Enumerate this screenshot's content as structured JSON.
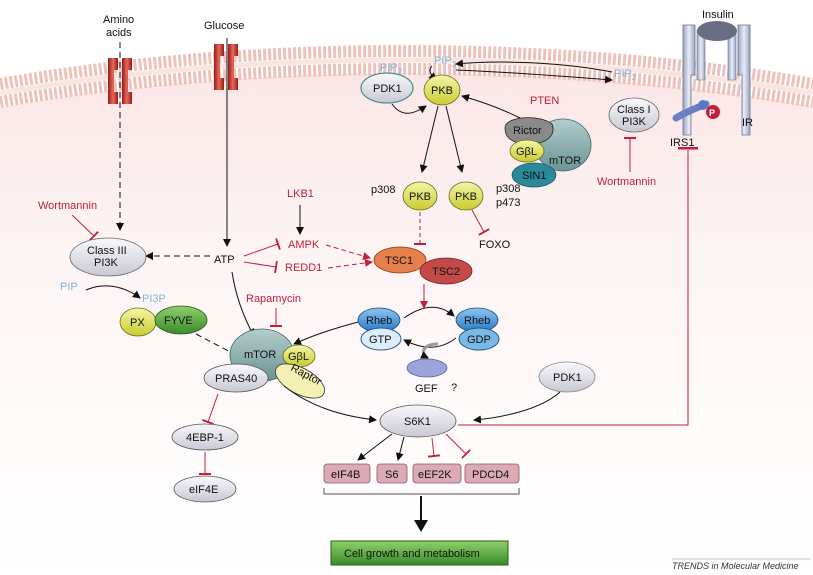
{
  "labels": {
    "amino_acids_1": "Amino",
    "amino_acids_2": "acids",
    "glucose": "Glucose",
    "insulin": "Insulin",
    "ir": "IR",
    "pip_left": "PIP",
    "pip_left_sub": "2",
    "pip_right": "PIP",
    "pip_right_sub": "3",
    "pip_far_right": "PIP",
    "pip_far_right_sub": "2",
    "pdk1_top": "PDK1",
    "pkb_top": "PKB",
    "pten": "PTEN",
    "rictor": "Rictor",
    "gbl_top": "GβL",
    "mtor_top": "mTOR",
    "sin1": "SIN1",
    "class1_line1": "Class I",
    "class1_line2": "PI3K",
    "irs1": "IRS1",
    "p_badge": "P",
    "wortmannin_right": "Wortmannin",
    "wortmannin_left": "Wortmannin",
    "lkb1": "LKB1",
    "p308_left": "p308",
    "pkb_left": "PKB",
    "pkb_right": "PKB",
    "p308_right": "p308",
    "p473": "p473",
    "foxo": "FOXO",
    "class3_line1": "Class III",
    "class3_line2": "PI3K",
    "atp": "ATP",
    "ampk": "AMPK",
    "redd1": "REDD1",
    "tsc1": "TSC1",
    "tsc2": "TSC2",
    "pip_lower": "PIP",
    "pi3p": "PI3P",
    "px": "PX",
    "fyve": "FYVE",
    "rapamycin": "Rapamycin",
    "rheb_left": "Rheb",
    "gtp": "GTP",
    "rheb_right": "Rheb",
    "gdp": "GDP",
    "gef": "GEF",
    "question": "?",
    "mtor_main": "mTOR",
    "gbl_main": "GβL",
    "raptor": "Raptor",
    "pras40": "PRAS40",
    "pdk1_bottom": "PDK1",
    "s6k1": "S6K1",
    "ebp1": "4EBP-1",
    "eif4e": "eIF4E",
    "eif4b": "eIF4B",
    "s6": "S6",
    "eef2k": "eEF2K",
    "pdcd4": "PDCD4",
    "cell_growth": "Cell growth and metabolism",
    "footer": "TRENDS in Molecular Medicine"
  },
  "colors": {
    "membrane": "#f0c4bc",
    "inhibition": "#c41e3a",
    "pi_blue": "#7fb7d6",
    "pkb_yellow": "#e6e85a",
    "tsc1_orange": "#e6804a",
    "tsc2_red": "#c44a4a",
    "rheb_blue": "#3a8fd6",
    "fyve_green": "#4aa04a",
    "mtor_teal": "#7aa0a0",
    "target_pink": "#d8a8b0",
    "cell_growth_green": "#5aa83a"
  }
}
